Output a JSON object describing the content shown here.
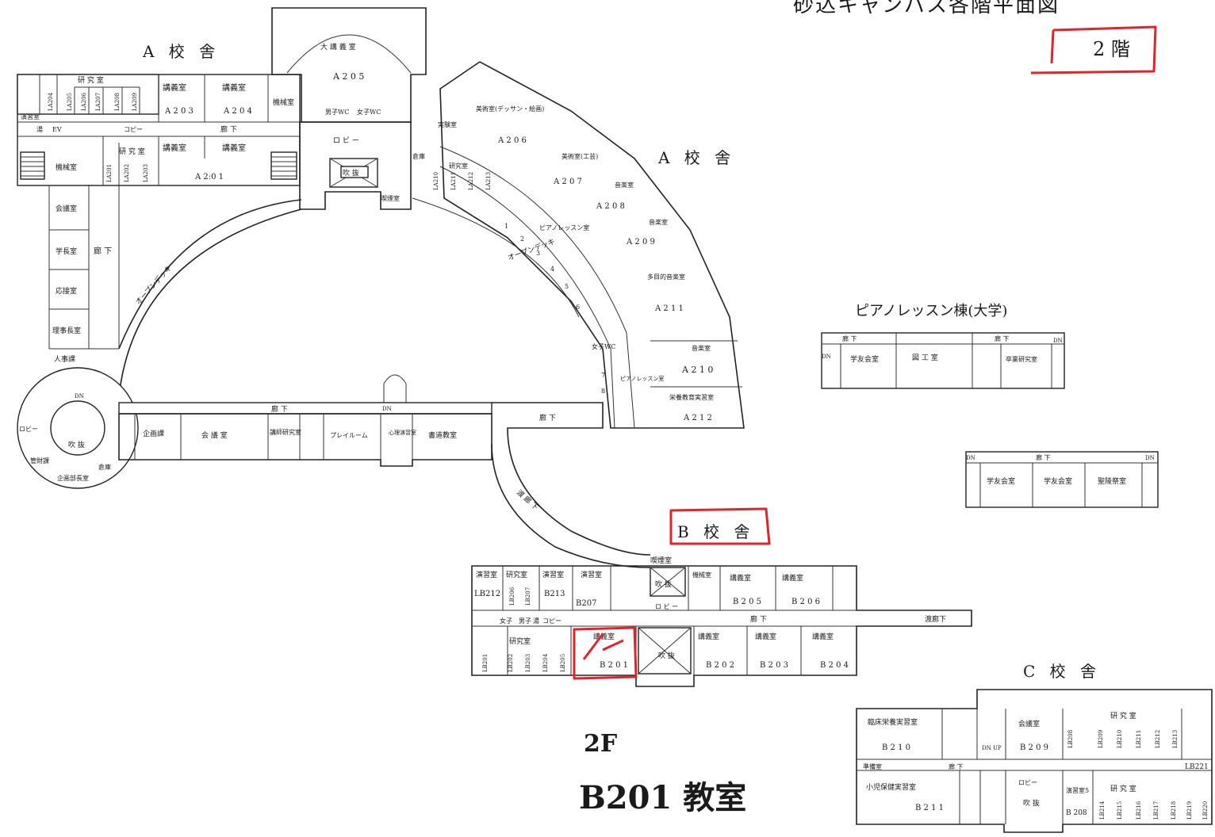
{
  "page_title": "砂込キャンパス各階平面図",
  "floor_label": "2 階",
  "buildings": {
    "a_left": "A 校 舎",
    "a_right": "A 校 舎",
    "b": "B 校 舎",
    "c": "C 校 舎",
    "piano": "ピアノレッスン棟(大学)"
  },
  "handwritten": {
    "line1": "2F",
    "line2": "B201 教室"
  },
  "rooms": {
    "a205_name": "大 講 義 室",
    "a205": "A 2 0 5",
    "men_wc": "男子WC",
    "women_wc": "女子WC",
    "kura": "倉庫",
    "lobby": "ロ ビ ー",
    "fukinuke": "吹 抜",
    "kikai": "機械室",
    "kenkyu": "研 究 室",
    "kougi": "講義室",
    "a203": "A 2 0 3",
    "a204": "A 2 0 4",
    "a201": "A 2:0 1",
    "rouka": "廊 下",
    "la_top": [
      "LA204",
      "LA205",
      "LA206",
      "LA207",
      "LA208",
      "LA209"
    ],
    "la_bot": [
      "LA201",
      "LA202",
      "LA203"
    ],
    "enshu": "演習室",
    "yu": "湯",
    "ev": "EV",
    "copy": "コピー",
    "kaigi": "会議室",
    "gakucho": "学長室",
    "rouka_v": "廊 下",
    "setsu": "応接室",
    "riji": "理事長室",
    "jinji": "人事課",
    "open_deck": "オープンデッキ",
    "kitsuen": "喫煙室",
    "jikken": "実験室",
    "bijutsu1": "美術室(デッサン・絵画)",
    "a206": "A 2 0 6",
    "bijutsu2": "美術室(工芸)",
    "a207": "A 2 0 7",
    "ongaku": "音楽室",
    "a208": "A 2 0 8",
    "a209": "A 2 0 9",
    "tamokuteki": "多目的音楽室",
    "a211": "A 2 1 1",
    "a210": "A 2 1 0",
    "eiyo": "栄養教育実習室",
    "a212": "A 2 1 2",
    "la_arc": [
      "LA210",
      "LA211",
      "LA212",
      "LA213"
    ],
    "kenkyu_arc": "研究室",
    "piano_lesson": "ピアノレッスン室",
    "piano_short": "ピアノレッスン室",
    "practice_nums": [
      "1",
      "2",
      "3",
      "4",
      "5",
      "6",
      "7",
      "8"
    ],
    "kikaku": "企画課",
    "kaigi2": "会 議 室",
    "koshi": "講師研究室",
    "koshi2": "講師研究室",
    "play": "プレイルーム",
    "shinri": "心理演習室",
    "shoshi": "書道教室",
    "kikai2": "機械室",
    "zaimu": "管財課",
    "kikakubucho": "企画部長室",
    "lobby2": "ロビー",
    "dn": "DN",
    "up": "UP",
    "watari": "渡 廊 下",
    "watari2": "渡廊下",
    "lb212": "LB212",
    "b213": "B213",
    "b207": "B207",
    "b205": "B 2 0 5",
    "b206": "B 2 0 6",
    "b201": "B 2 0 1",
    "b202": "B 2 0 2",
    "b203": "B 2 0 3",
    "b204": "B 2 0 4",
    "lb_top": [
      "LB206",
      "LB207"
    ],
    "lb_bot": [
      "LB201",
      "LB202",
      "LB203",
      "LB204",
      "LB205"
    ],
    "rinsho": "臨床栄養実習室",
    "b210": "B 2 1 0",
    "junbi": "準備室",
    "shoni": "小児保健実習室",
    "b211": "B 2 1 1",
    "b209": "B 2 0 9",
    "b208": "B 208",
    "enshu5": "演習室5",
    "lb221": "LB221",
    "lb_c_top": [
      "LB208",
      "LB209",
      "LB210",
      "LB211",
      "LB212",
      "LB213"
    ],
    "lb_c_bot": [
      "LB214",
      "LB215",
      "LB216",
      "LB217",
      "LB218",
      "LB219",
      "LB220"
    ],
    "gakuyu": "学友会室",
    "zuko": "図 工 室",
    "sotsugyo": "卒業研究室",
    "junbi2": "準備室",
    "gakuyu2": "学友会室",
    "seiryo": "聖陵祭室",
    "dn_up": "DN UP",
    "wc": "WC",
    "joshi": "女子",
    "danshi": "男子",
    "kenkyu_s": "研究室",
    "enshu_s": "演習室",
    "hitsu": "研究室"
  },
  "colors": {
    "annotation": "#e0242a",
    "line": "#222222"
  }
}
